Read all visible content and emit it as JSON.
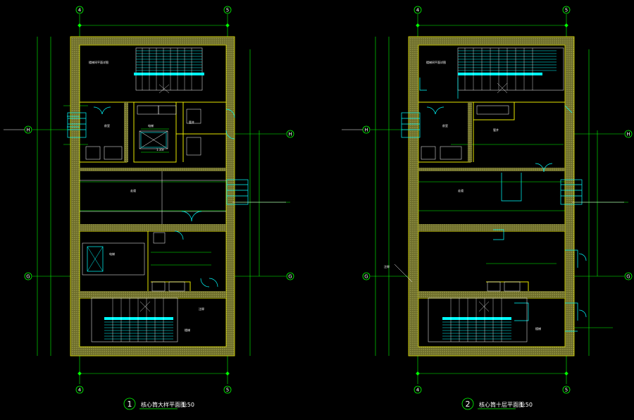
{
  "drawings": [
    {
      "title": "核心筒大样平面图",
      "scale": "1:50",
      "number": "1",
      "axes": {
        "top_left": "4",
        "top_right": "5",
        "side_top": "H",
        "side_bottom": "G"
      },
      "labels": {
        "stair_top": "楼梯间平面详图",
        "fire_room": "前室",
        "shaft": "管井",
        "elevator": "电梯",
        "elev_spec": "1.35t",
        "corridor": "走道",
        "stair_bottom": "楼梯",
        "notes": "注释"
      }
    },
    {
      "title": "核心筒十层平面图",
      "scale": "1:50",
      "number": "2",
      "axes": {
        "top_left": "4",
        "top_right": "5",
        "side_top": "H",
        "side_bottom": "G"
      },
      "labels": {
        "stair_top": "楼梯间平面详图",
        "fire_room": "前室",
        "shaft": "管井",
        "corridor": "走道",
        "stair_bottom": "楼梯",
        "notes": "注释"
      }
    }
  ]
}
